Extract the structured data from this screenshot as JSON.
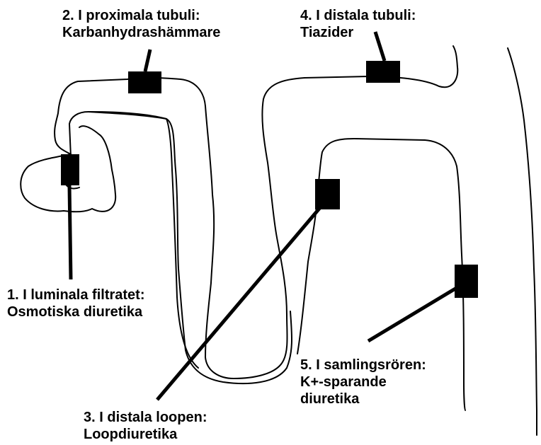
{
  "labels": {
    "luminal": {
      "line1": "1. I luminala filtratet:",
      "line2": "Osmotiska diuretika"
    },
    "proximal": {
      "line1": "2.  I proximala tubuli:",
      "line2": "Karbanhydrashämmare"
    },
    "loop": {
      "line1": "3. I distala loopen:",
      "line2": "Loopdiuretika"
    },
    "distal": {
      "line1": "4. I distala tubuli:",
      "line2": "Tiazider"
    },
    "collecting": {
      "line1": "5. I samlingsrören:",
      "line2": "K+-sparande",
      "line3": "diuretika"
    }
  },
  "colors": {
    "ink": "#000000",
    "background": "#ffffff"
  }
}
